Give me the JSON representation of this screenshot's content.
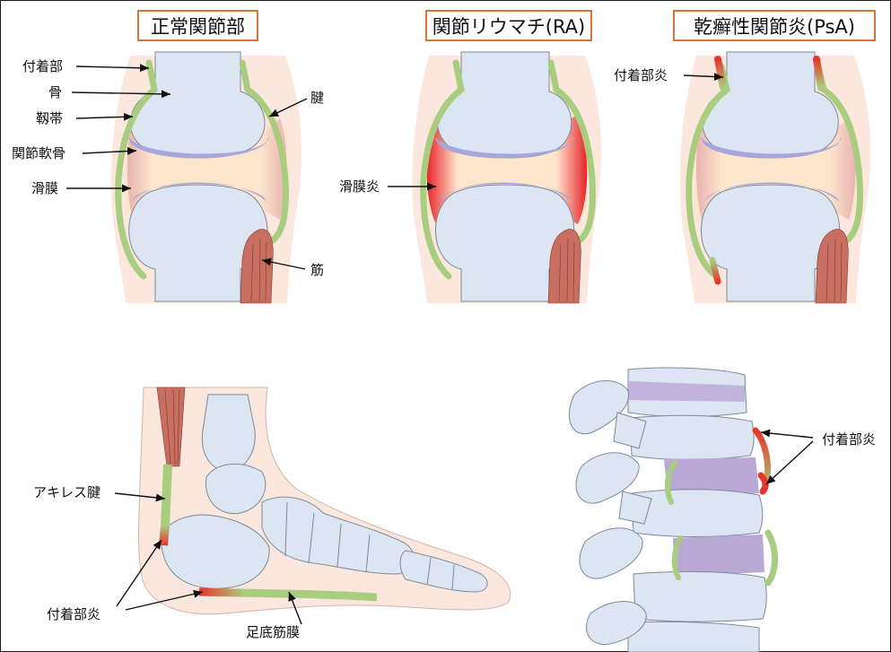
{
  "titles": {
    "normal": "正常関節部",
    "ra": "関節リウマチ(RA)",
    "psa": "乾癬性関節炎(PsA)"
  },
  "labels": {
    "attachment": "付着部",
    "bone": "骨",
    "ligament": "靱帯",
    "cartilage": "関節軟骨",
    "synovium": "滑膜",
    "tendon": "腱",
    "muscle": "筋",
    "synovitis": "滑膜炎",
    "enthesitis_psa": "付着部炎",
    "achilles": "アキレス腱",
    "enthesitis_foot": "付着部炎",
    "plantar_fascia": "足底筋膜",
    "enthesitis_spine": "付着部炎"
  },
  "colors": {
    "bone": "#dce6f2",
    "bone_stroke": "#7d8a99",
    "skin": "#fbe7dd",
    "synovial_space": "#fde6cc",
    "cartilage": "#a7a6dc",
    "ligament": "#a9cd7e",
    "muscle": "#c96f61",
    "inflammation": "#e8342a",
    "title_border": "#d2773a",
    "disc": "#b9a8d6"
  }
}
